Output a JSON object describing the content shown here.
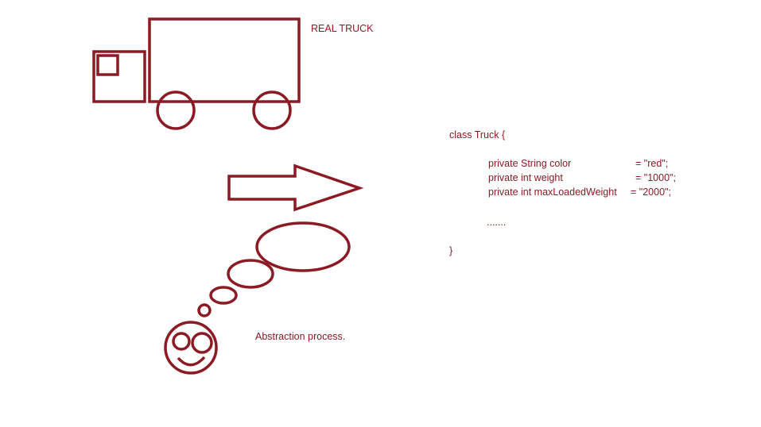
{
  "colors": {
    "ink": "#8b1a24",
    "background": "#ffffff"
  },
  "labels": {
    "truck_title": "REAL TRUCK",
    "process_caption": "Abstraction process."
  },
  "code": {
    "class_header": "class Truck {",
    "fields": [
      {
        "declaration": "private String color",
        "value": "= \"red\";"
      },
      {
        "declaration": "private int weight",
        "value": "= \"1000\";"
      },
      {
        "declaration": "private int maxLoadedWeight",
        "value": "= \"2000\";"
      }
    ],
    "ellipsis": ".......",
    "closing_brace": "}"
  },
  "icons": [
    "truck-icon",
    "arrow-right-icon",
    "thought-bubble-icon",
    "smiley-face-icon"
  ]
}
